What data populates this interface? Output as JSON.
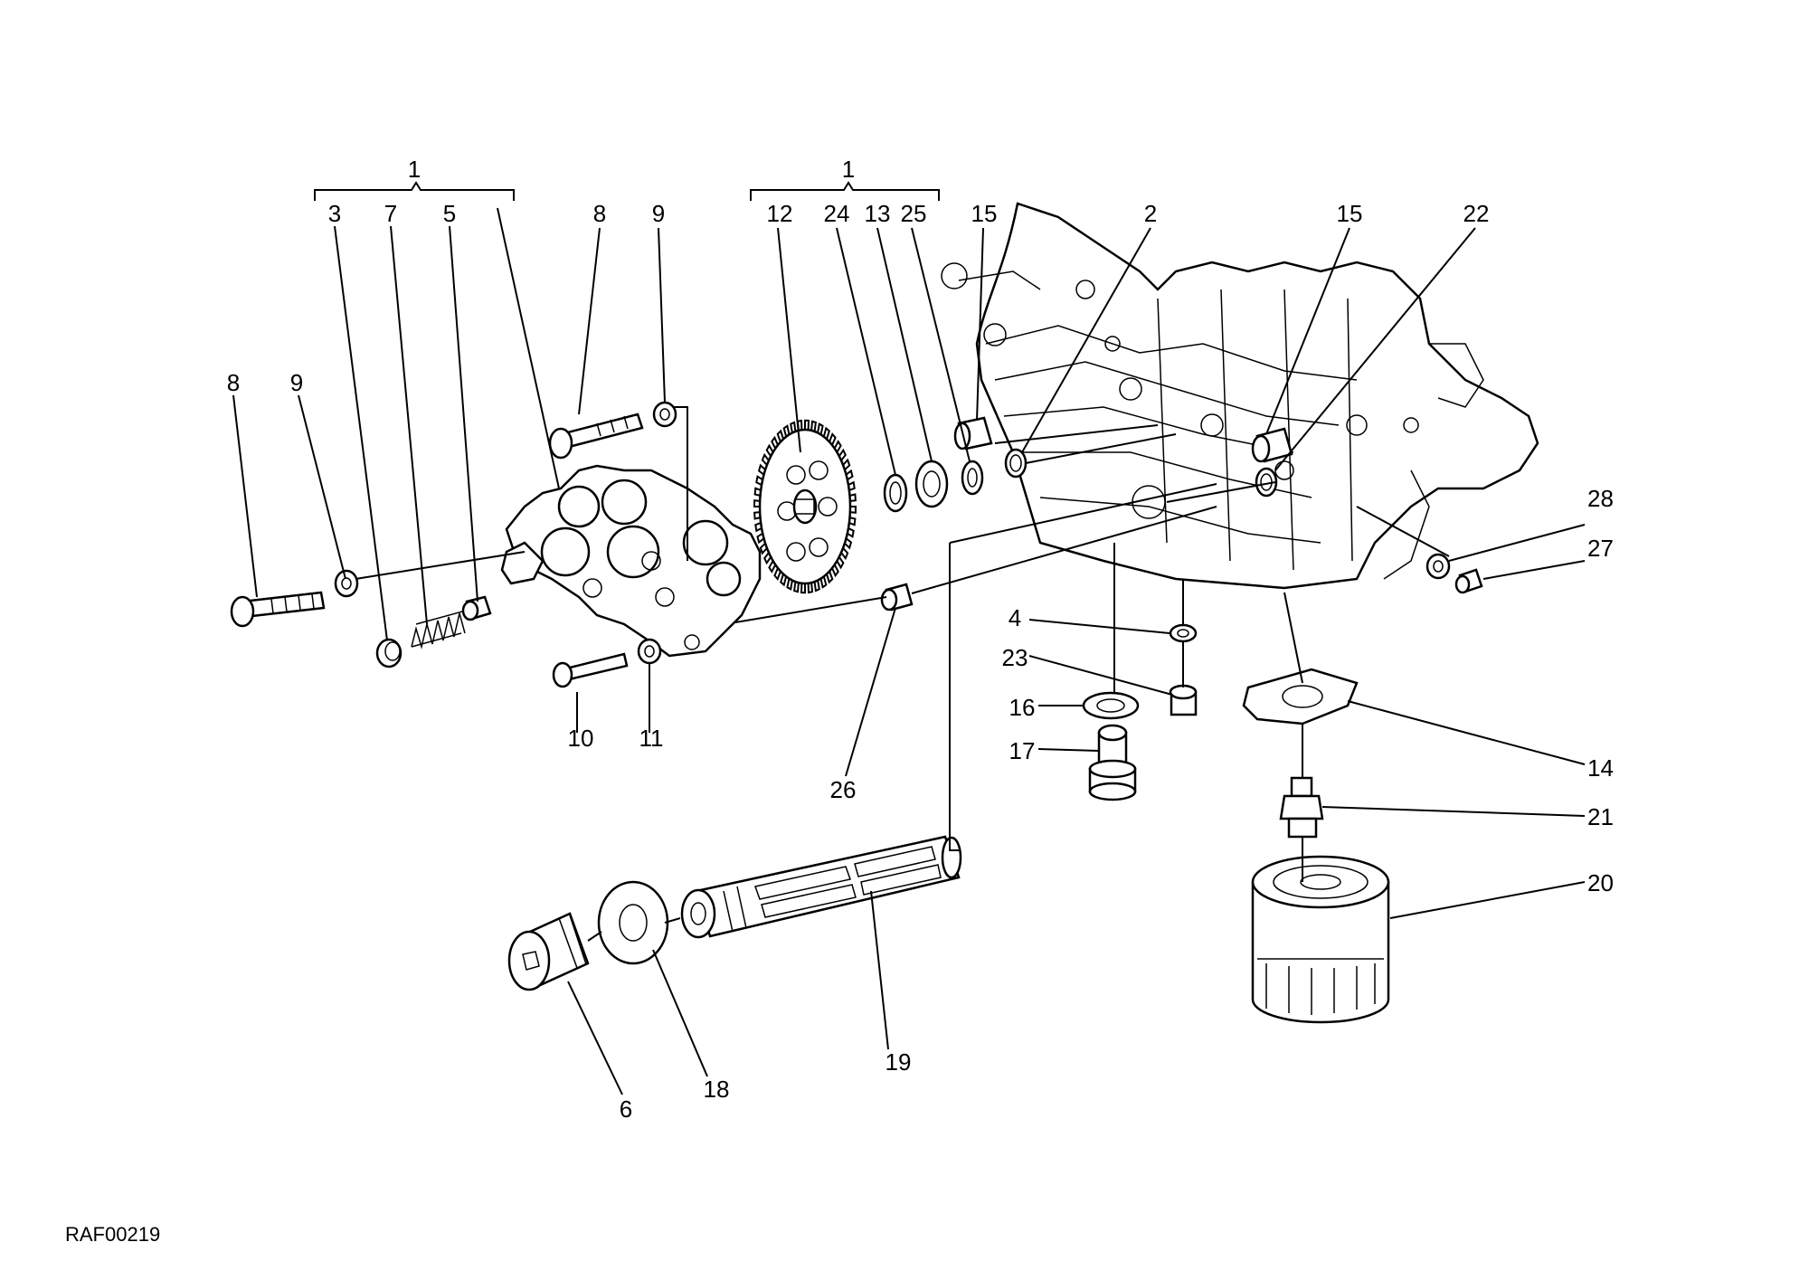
{
  "drawing_code": "RAF00219",
  "group_labels": [
    "1",
    "1"
  ],
  "callouts": [
    "8",
    "9",
    "3",
    "7",
    "5",
    "8",
    "9",
    "10",
    "11",
    "12",
    "24",
    "13",
    "25",
    "15",
    "2",
    "15",
    "22",
    "28",
    "27",
    "4",
    "23",
    "16",
    "17",
    "14",
    "21",
    "20",
    "26",
    "19",
    "6",
    "18"
  ]
}
